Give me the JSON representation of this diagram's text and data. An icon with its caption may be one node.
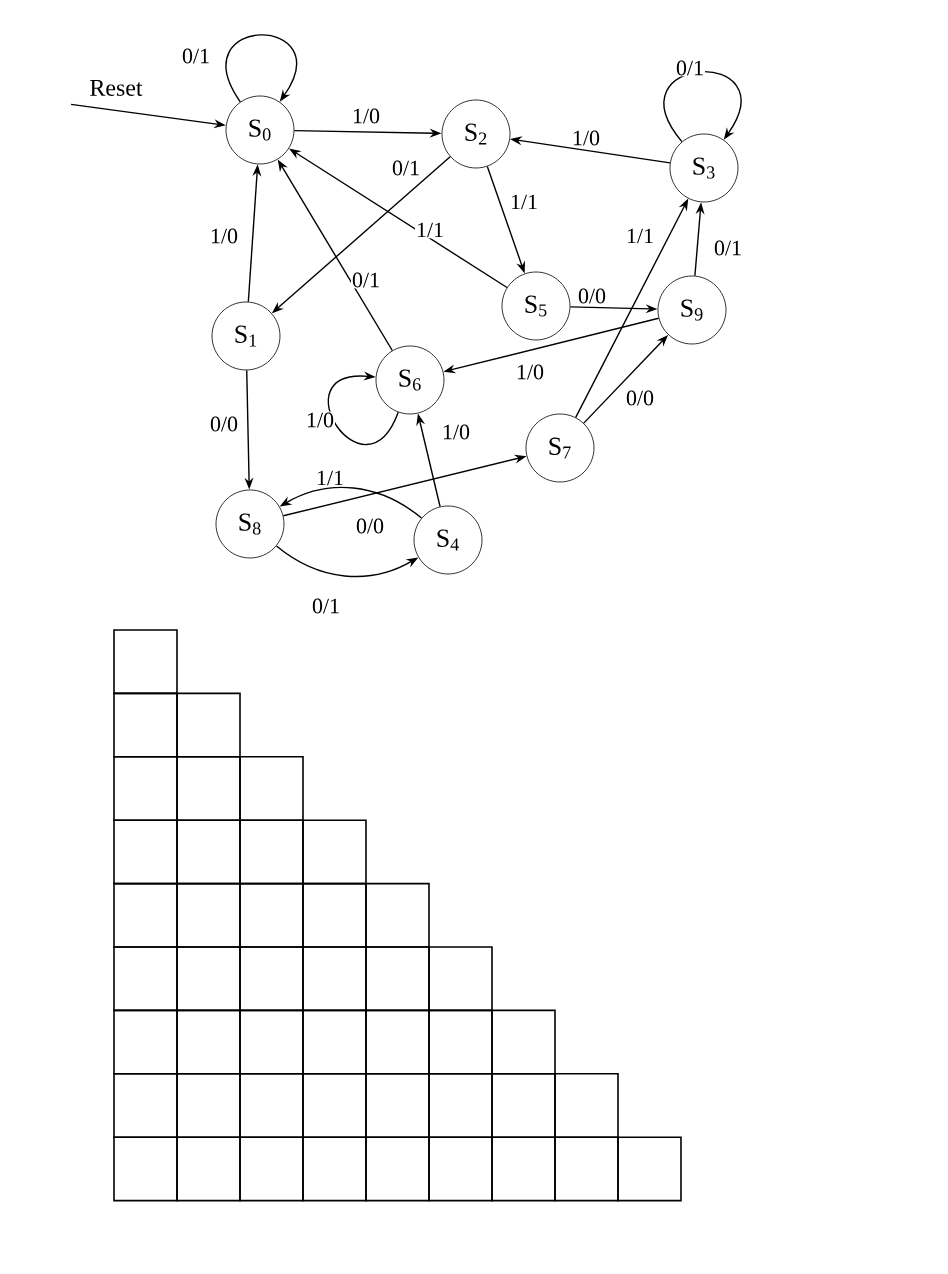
{
  "diagram": {
    "nodes": [
      {
        "text": [
          "Reset"
        ]
      },
      {
        "text": [
          "S$_{0}$"
        ]
      },
      {
        "text": [
          "S$_{2}$"
        ]
      },
      {
        "text": [
          "S$_{3}$"
        ]
      },
      {
        "text": [
          "S$_{1}$"
        ]
      },
      {
        "text": [
          "S$_{5}$"
        ]
      },
      {
        "text": [
          "S$_{9}$"
        ]
      },
      {
        "text": [
          "S$_{6}$"
        ]
      },
      {
        "text": [
          "S$_{7}$"
        ]
      },
      {
        "text": [
          "S$_{8}$"
        ]
      },
      {
        "text": [
          "S$_{4}$"
        ]
      }
    ],
    "edges": [
      {
        "from": 0,
        "to": 1,
        "arrow": "to"
      },
      {
        "from": 1,
        "to": 1,
        "label": "0/1",
        "arrow": "to"
      },
      {
        "from": 1,
        "to": 2,
        "label": "1/0",
        "arrow": "to"
      },
      {
        "from": 2,
        "to": 4,
        "label": "0/1",
        "arrow": "to"
      },
      {
        "from": 5,
        "to": 1,
        "label": "1/1",
        "arrow": "to"
      },
      {
        "from": 7,
        "to": 1,
        "label": "0/1",
        "arrow": "to"
      },
      {
        "from": 4,
        "to": 1,
        "label": "1/0",
        "arrow": "to"
      },
      {
        "from": 2,
        "to": 5,
        "label": "1/1",
        "arrow": "to"
      },
      {
        "from": 3,
        "to": 2,
        "label": "1/0",
        "arrow": "to"
      },
      {
        "from": 3,
        "to": 3,
        "label": "0/1",
        "arrow": "to"
      },
      {
        "from": 8,
        "to": 3,
        "label": "1/1",
        "arrow": "to"
      },
      {
        "from": 6,
        "to": 3,
        "label": "0/1",
        "arrow": "to"
      },
      {
        "from": 5,
        "to": 6,
        "label": "0/0",
        "arrow": "to"
      },
      {
        "from": 6,
        "to": 7,
        "label": "1/0",
        "arrow": "to"
      },
      {
        "from": 7,
        "to": 7,
        "label": "1/0",
        "arrow": "to"
      },
      {
        "from": 10,
        "to": 7,
        "label": "1/0",
        "arrow": "to"
      },
      {
        "from": 8,
        "to": 6,
        "label": "0/0",
        "arrow": "to"
      },
      {
        "from": 4,
        "to": 9,
        "label": "0/0",
        "arrow": "to"
      },
      {
        "from": 9,
        "to": 8,
        "label": "1/1",
        "arrow": "to"
      },
      {
        "from": 10,
        "to": 9,
        "label": "0/0",
        "arrow": "to"
      },
      {
        "from": 9,
        "to": 10,
        "label": "0/1",
        "arrow": "to"
      }
    ]
  }
}
